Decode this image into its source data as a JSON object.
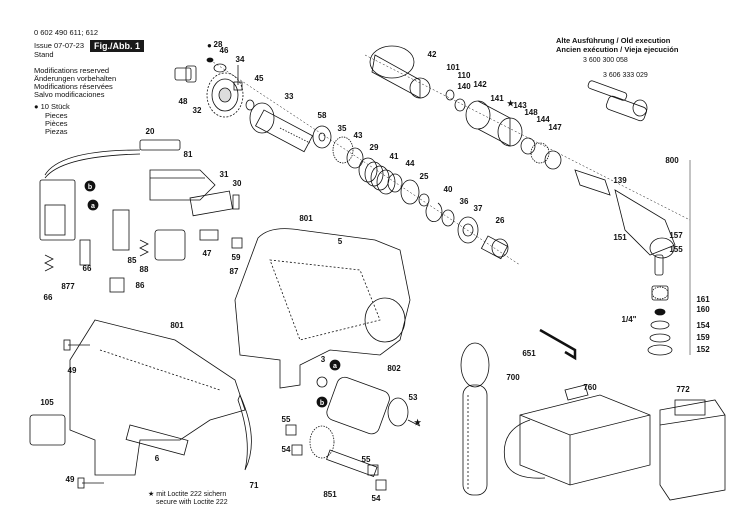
{
  "header": {
    "part_number": "0 602 490 611; 612",
    "issue_label": "Issue",
    "issue_date": "07-07-23",
    "stand_label": "Stand",
    "fig_label": "Fig./Abb. 1",
    "mods": [
      "Modifications reserved",
      "Änderungen vorbehalten",
      "Modifications réservées",
      "Salvo modificaciones"
    ],
    "pieces": [
      "10 Stück",
      "Pieces",
      "Pièces",
      "Piezas"
    ]
  },
  "old_execution": {
    "title_lines": [
      "Alte Ausführung / Old execution",
      "Ancien exécution / Vieja ejecución"
    ],
    "parts": [
      "3 600 300 058",
      "3 606 333 029"
    ]
  },
  "loctite_note": [
    "mit Loctite 222 sichern",
    "secure with Loctite 222"
  ],
  "callouts": [
    "28",
    "46",
    "34",
    "48",
    "32",
    "45",
    "33",
    "58",
    "35",
    "43",
    "29",
    "41",
    "44",
    "25",
    "40",
    "36",
    "37",
    "26",
    "42",
    "101",
    "110",
    "140",
    "142",
    "141",
    "143",
    "148",
    "144",
    "147",
    "800",
    "139",
    "151",
    "157",
    "155",
    "20",
    "81",
    "31",
    "30",
    "47",
    "59",
    "87",
    "85",
    "88",
    "86",
    "66",
    "877",
    "66",
    "801",
    "5",
    "801",
    "49",
    "105",
    "6",
    "49",
    "3",
    "53",
    "802",
    "71",
    "55",
    "54",
    "851",
    "55",
    "54",
    "651",
    "700",
    "760",
    "772",
    "161",
    "160",
    "154",
    "159",
    "152",
    "1/4\""
  ],
  "icons": [
    "bullet-dot-icon",
    "star-loctite-icon",
    "circle-a-marker-icon",
    "circle-b-marker-icon"
  ]
}
